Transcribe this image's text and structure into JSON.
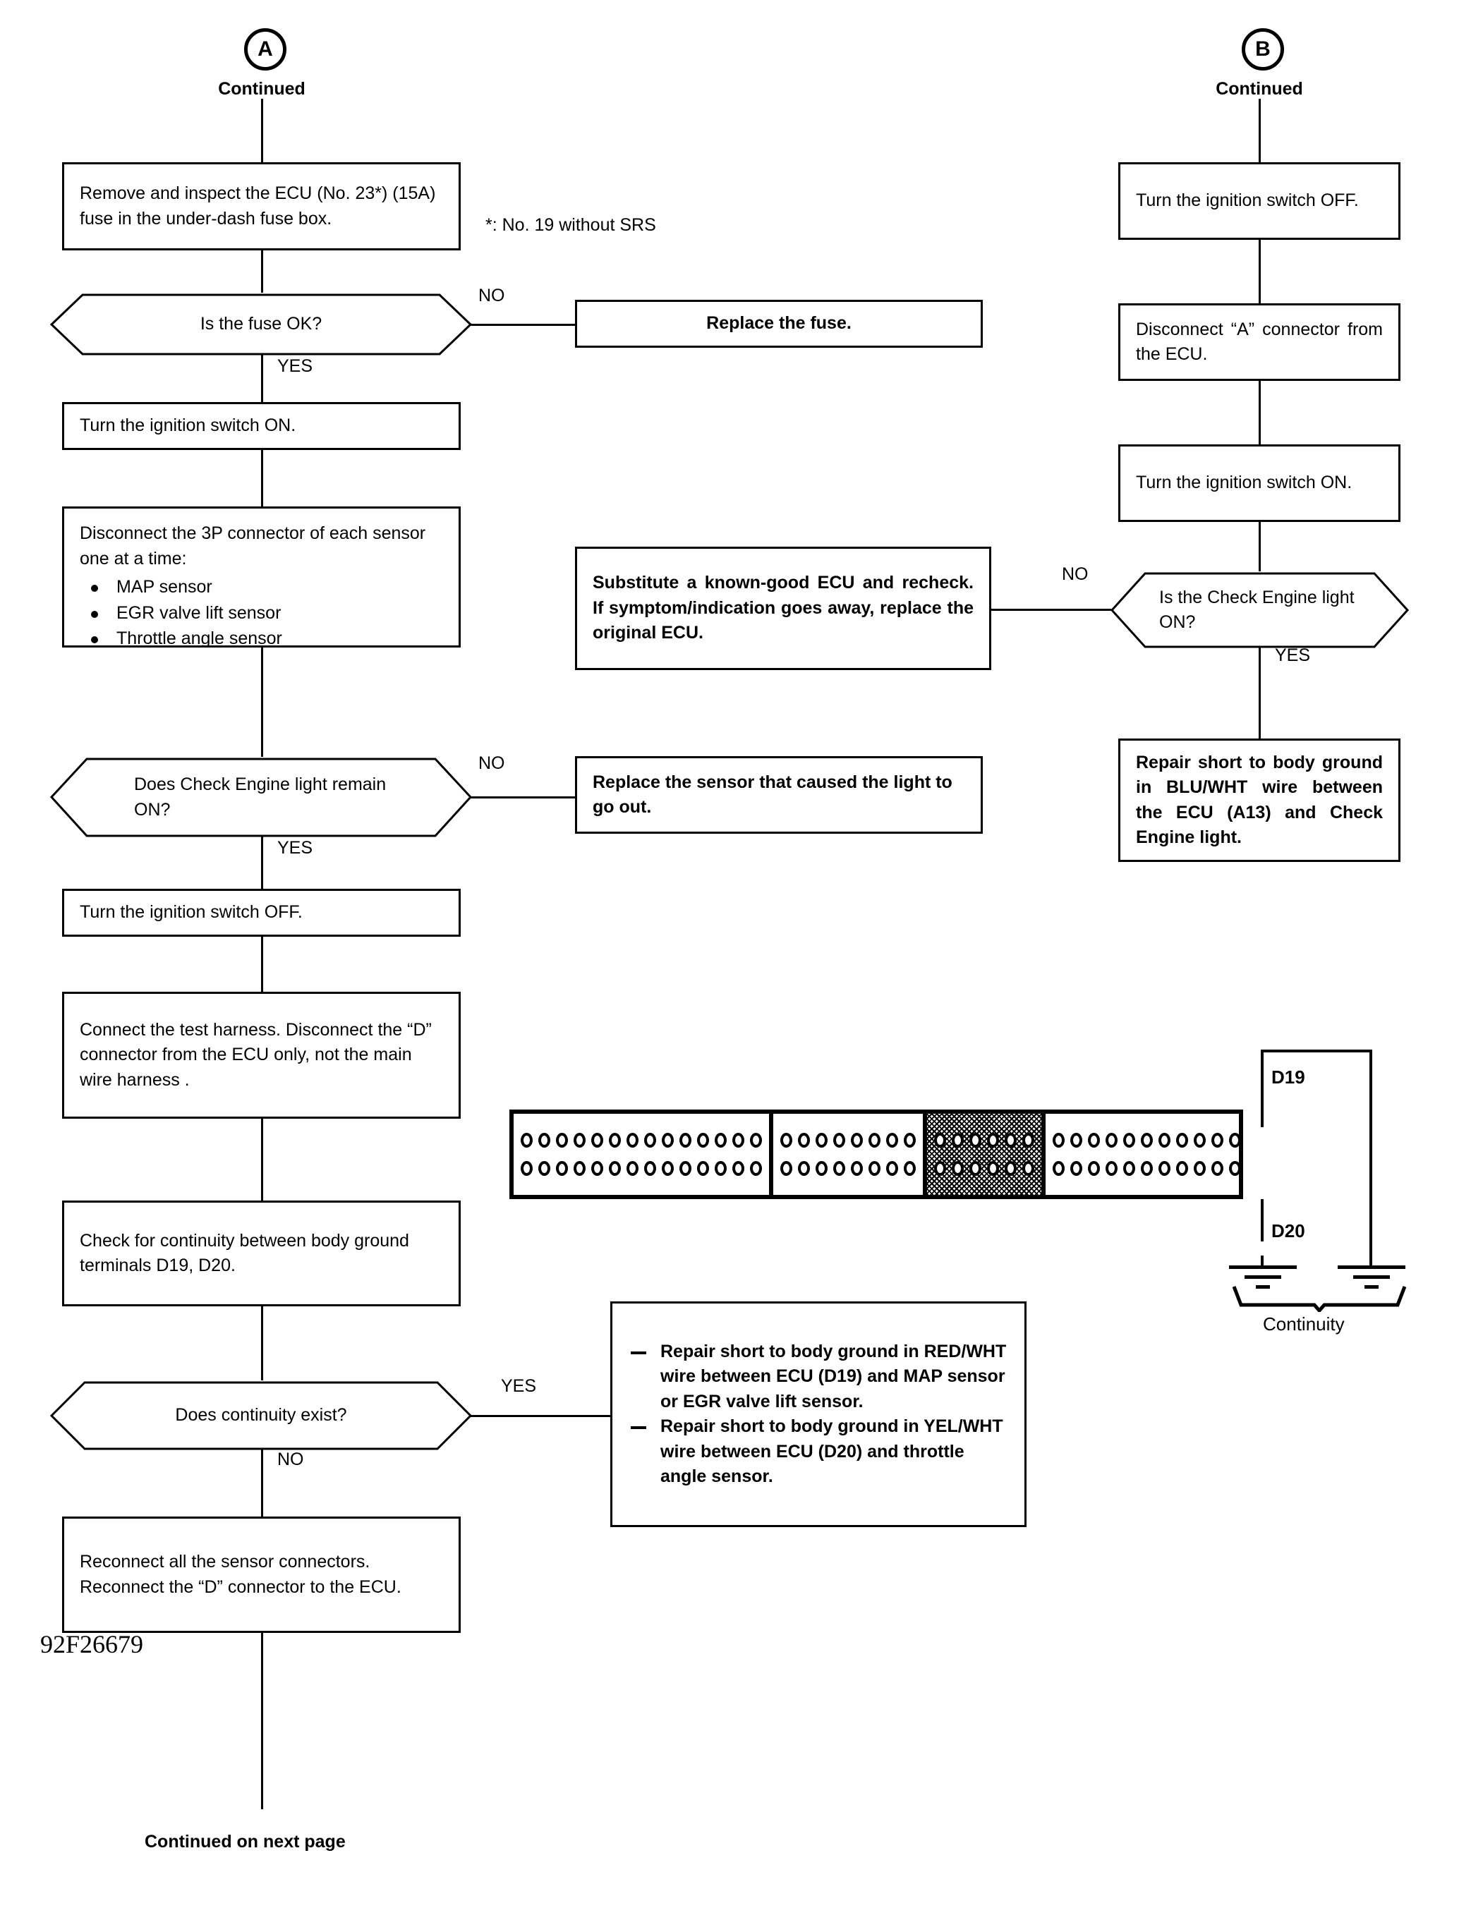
{
  "document": {
    "plate_code": "92F26679",
    "footer_note": "Continued on next page",
    "footnote": "*: No. 19 without SRS"
  },
  "entry_points": [
    {
      "id": "A",
      "letter": "A",
      "label": "Continued"
    },
    {
      "id": "B",
      "letter": "B",
      "label": "Continued"
    }
  ],
  "branch_labels": {
    "fuse_no": "NO",
    "fuse_yes": "YES",
    "cel_remain_no": "NO",
    "cel_remain_yes": "YES",
    "continuity_yes": "YES",
    "continuity_no": "NO",
    "cel_on_no": "NO",
    "cel_on_yes": "YES"
  },
  "left_column": {
    "step_inspect_fuse": "Remove and inspect the ECU (No. 23*) (15A) fuse in the under-dash fuse box.",
    "decision_fuse_ok": "Is the fuse OK?",
    "step_ignition_on": "Turn the ignition switch ON.",
    "step_disconnect_3p_intro": "Disconnect the 3P connector of each sensor one at a time:",
    "step_disconnect_3p_items": [
      "MAP sensor",
      "EGR valve lift sensor",
      "Throttle angle sensor"
    ],
    "decision_cel_remain_on": "Does Check Engine light remain ON?",
    "step_ignition_off": "Turn the ignition switch OFF.",
    "step_test_harness": "Connect the test harness. Disconnect the “D” connector from the ECU only, not the main wire harness .",
    "step_check_continuity": "Check for continuity between body ground terminals D19, D20.",
    "decision_continuity_exist": "Does continuity exist?",
    "step_reconnect": "Reconnect all the sensor connectors.\nReconnect the “D” connector to the ECU."
  },
  "middle_column": {
    "action_replace_fuse": "Replace the fuse.",
    "action_substitute_ecu": "Substitute a known-good ECU and recheck. If symptom/indication goes away, replace the original ECU.",
    "action_replace_sensor": "Replace the sensor that caused the light to go out.",
    "action_repair_shorts": [
      "Repair short to body ground in RED/WHT wire between ECU (D19) and MAP sensor or EGR valve lift sensor.",
      "Repair short to body ground in YEL/WHT wire between ECU (D20) and throttle angle sensor."
    ]
  },
  "right_column": {
    "step_ignition_off": "Turn the ignition switch OFF.",
    "step_disconnect_a": "Disconnect “A” connector from the ECU.",
    "step_ignition_on": "Turn the ignition switch ON.",
    "decision_cel_on": "Is the Check Engine light ON?",
    "action_repair_blu_wht": "Repair short to body ground in BLU/WHT wire between the ECU (A13) and Check Engine light."
  },
  "connector_diagram": {
    "segments": [
      {
        "pins_per_row": 14,
        "rows": 2,
        "shaded": false
      },
      {
        "pins_per_row": 8,
        "rows": 2,
        "shaded": false
      },
      {
        "pins_per_row": 6,
        "rows": 2,
        "shaded": true
      },
      {
        "pins_per_row": 11,
        "rows": 2,
        "shaded": false
      }
    ],
    "terminal_top": "D19",
    "terminal_bottom": "D20",
    "measurement_label": "Continuity"
  },
  "colors": {
    "ink": "#000000",
    "paper": "#ffffff"
  }
}
